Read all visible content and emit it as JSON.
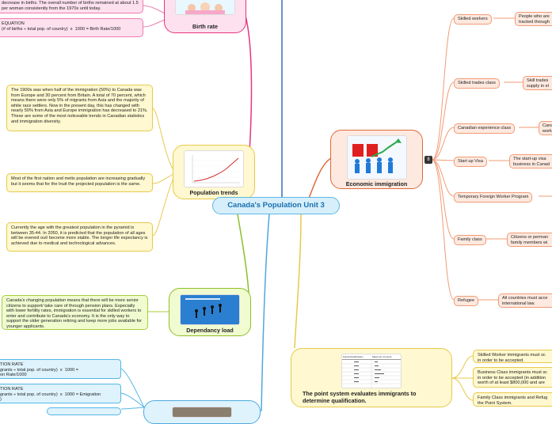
{
  "center_title": "Canada's Population Unit 3",
  "birth_rate": {
    "title": "Birth rate",
    "top_text": "decrease in births. The overall number of births remained at about 1.5 per woman consistently from the 1970s until today.",
    "equation": "EQUATION\n(# of births ÷ total pop. of country)  x  1000 = Birth Rate/1000"
  },
  "population_trends": {
    "title": "Population trends",
    "notes": [
      "The 1900s was when half of the immigration (50%) to Canada was from Europe and 30 percent from Britain. A total of 70 percent, which means there were only 5% of migrants from Asia and the majority of white race settlers.  Now in the present day, this has changed with nearly 50% from Asia and Europe immigration has decreased to 21%. These are some of the most noticeable trends in Canadian statistics and immigration diversity.",
      "Most of the first nation and metis population are increasing gradually but it seems that for the Inuit the projected population is the same.",
      "Currently the age with the greatest population in the pyramid is between 35-44. In 2050, it is predicted that the population of all ages will be evened out/ become more stable. The longer life expectancy is achieved due to medical and technological advances."
    ]
  },
  "dependency_load": {
    "title": "Dependancy load",
    "note": "Canada's changing population means that there will be more senior citizens to support/ take care of through pension plans. Especially with lower fertility rates, immigration is essential for skilled workers to enter and contribute to Canada's economy. It is the only way to support the older generation retiring and keep more jobs available for younger applicants."
  },
  "migration": {
    "immigration_rate": "TION RATE\ngrants ÷ total pop. of country)  x  1000 =\non Rate/1000",
    "emigration_rate": "TION RATE\ngrants ÷ total pop. of country)  x  1000 = Emigration\n)"
  },
  "economic_immigration": {
    "title": "Economic immigration",
    "badge": "8",
    "classes": [
      {
        "label": "Skilled workers",
        "detail": "People who are\ntracked through"
      },
      {
        "label": "Skilled trades class",
        "detail": "Skill trades\nsupply in el"
      },
      {
        "label": "Canadian experience class",
        "detail": "Cana\nwork"
      },
      {
        "label": "Start up Visa",
        "detail": "The start-up visa\nbusiness in Canad"
      },
      {
        "label": "Temporary Foreign Worker Program",
        "detail": ""
      },
      {
        "label": "Family class",
        "detail": "Citizens or perman\nfamily members wi"
      },
      {
        "label": "Refugee",
        "detail": "All countries must acce\ninternational law."
      }
    ]
  },
  "point_system": {
    "title": "The point system evaluates immigrants to determine qualification.",
    "table_header": [
      "Factor/Qualification",
      "Maximum # points"
    ],
    "notes": [
      "Skilled Worker immigrants must sc\nin order to be accepted.",
      "Business Class immigrants must sc\nin order to be accepted (in addition\nworth of at least $800,000 and are",
      "Family Class immigrants and Refug\nthe Point System."
    ]
  },
  "colors": {
    "birth": "#f07bb0",
    "trends": "#e8c94a",
    "dependency": "#a7cf3a",
    "migration": "#54b6e6",
    "economic": "#f29b75",
    "points": "#e8c94a",
    "center": "#5bb8e6"
  }
}
